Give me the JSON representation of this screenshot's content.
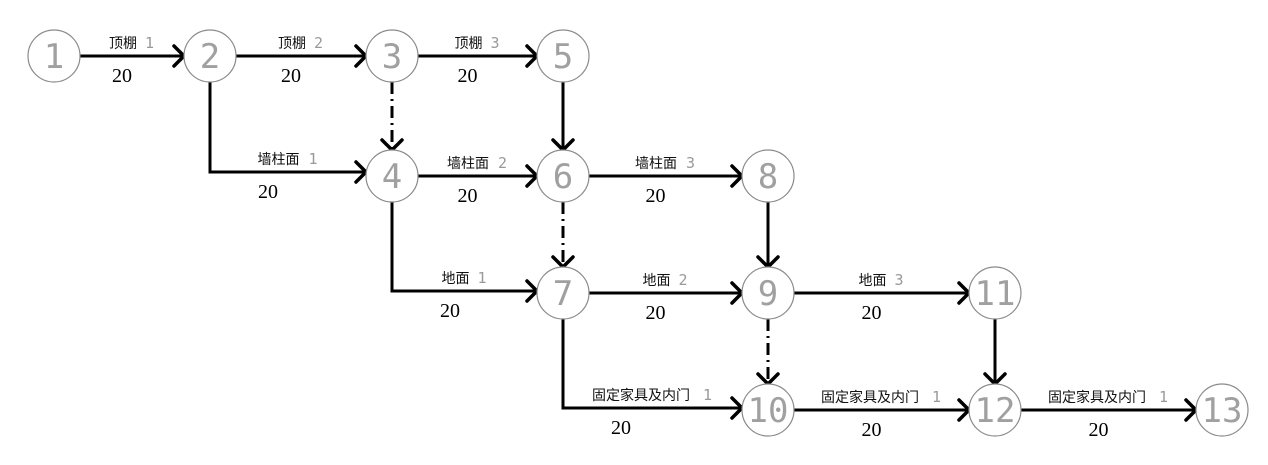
{
  "diagram": {
    "type": "network-schedule",
    "nodes": [
      {
        "id": "1",
        "label": "1"
      },
      {
        "id": "2",
        "label": "2"
      },
      {
        "id": "3",
        "label": "3"
      },
      {
        "id": "4",
        "label": "4"
      },
      {
        "id": "5",
        "label": "5"
      },
      {
        "id": "6",
        "label": "6"
      },
      {
        "id": "7",
        "label": "7"
      },
      {
        "id": "8",
        "label": "8"
      },
      {
        "id": "9",
        "label": "9"
      },
      {
        "id": "10",
        "label": "10"
      },
      {
        "id": "11",
        "label": "11"
      },
      {
        "id": "12",
        "label": "12"
      },
      {
        "id": "13",
        "label": "13"
      }
    ],
    "activities": [
      {
        "from": "1",
        "to": "2",
        "name": "顶棚",
        "seq": "1",
        "duration": "20"
      },
      {
        "from": "2",
        "to": "3",
        "name": "顶棚",
        "seq": "2",
        "duration": "20"
      },
      {
        "from": "3",
        "to": "5",
        "name": "顶棚",
        "seq": "3",
        "duration": "20"
      },
      {
        "from": "2",
        "to": "4",
        "name": "墙柱面",
        "seq": "1",
        "duration": "20"
      },
      {
        "from": "4",
        "to": "6",
        "name": "墙柱面",
        "seq": "2",
        "duration": "20"
      },
      {
        "from": "6",
        "to": "8",
        "name": "墙柱面",
        "seq": "3",
        "duration": "20"
      },
      {
        "from": "4",
        "to": "7",
        "name": "地面",
        "seq": "1",
        "duration": "20"
      },
      {
        "from": "7",
        "to": "9",
        "name": "地面",
        "seq": "2",
        "duration": "20"
      },
      {
        "from": "9",
        "to": "11",
        "name": "地面",
        "seq": "3",
        "duration": "20"
      },
      {
        "from": "7",
        "to": "10",
        "name": "固定家具及内门",
        "seq": "1",
        "duration": "20"
      },
      {
        "from": "10",
        "to": "12",
        "name": "固定家具及内门",
        "seq": "1",
        "duration": "20"
      },
      {
        "from": "12",
        "to": "13",
        "name": "固定家具及内门",
        "seq": "1",
        "duration": "20"
      }
    ],
    "dummy_activities": [
      {
        "from": "3",
        "to": "4"
      },
      {
        "from": "6",
        "to": "7"
      },
      {
        "from": "9",
        "to": "10"
      }
    ],
    "logic_links": [
      {
        "from": "5",
        "to": "6"
      },
      {
        "from": "8",
        "to": "9"
      },
      {
        "from": "11",
        "to": "12"
      }
    ]
  }
}
